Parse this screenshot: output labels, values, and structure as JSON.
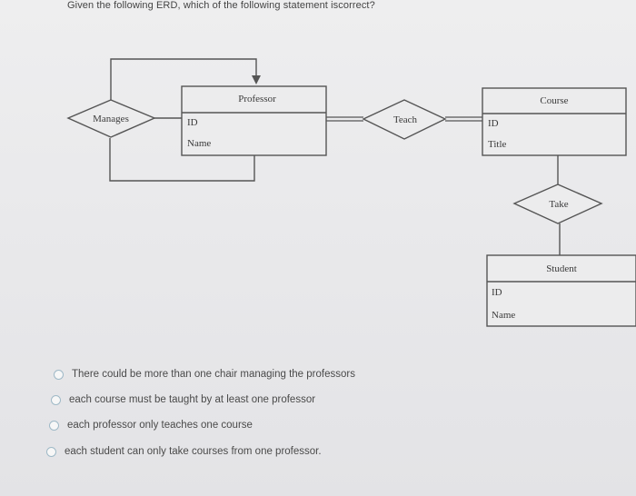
{
  "question": "Given the following ERD, which of the following statement iscorrect?",
  "erd": {
    "professor": {
      "title": "Professor",
      "attributes": [
        "ID",
        "Name"
      ]
    },
    "course": {
      "title": "Course",
      "attributes": [
        "ID",
        "Title"
      ]
    },
    "student": {
      "title": "Student",
      "attributes": [
        "ID",
        "Name"
      ]
    },
    "relationships": {
      "manages": "Manages",
      "teach": "Teach",
      "take": "Take"
    }
  },
  "options": [
    "There could be more than one chair managing the professors",
    "each course must be taught by at least one professor",
    "each professor only teaches one course",
    "each student can only take courses from one professor."
  ]
}
